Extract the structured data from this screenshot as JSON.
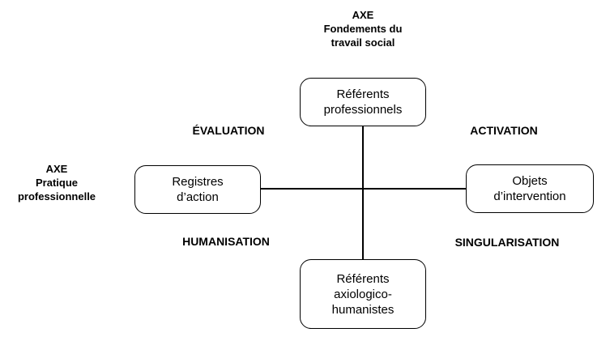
{
  "axes": {
    "vertical": "AXE\nFondements du\ntravail social",
    "horizontal": "AXE\nPratique\nprofessionnelle"
  },
  "nodes": {
    "top": "Référents\nprofessionnels",
    "left": "Registres\nd’action",
    "right": "Objets\nd’intervention",
    "bottom": "Référents\naxiologico-\nhumanistes"
  },
  "quadrants": {
    "top_left": "ÉVALUATION",
    "top_right": "ACTIVATION",
    "bottom_left": "HUMANISATION",
    "bottom_right": "SINGULARISATION"
  }
}
